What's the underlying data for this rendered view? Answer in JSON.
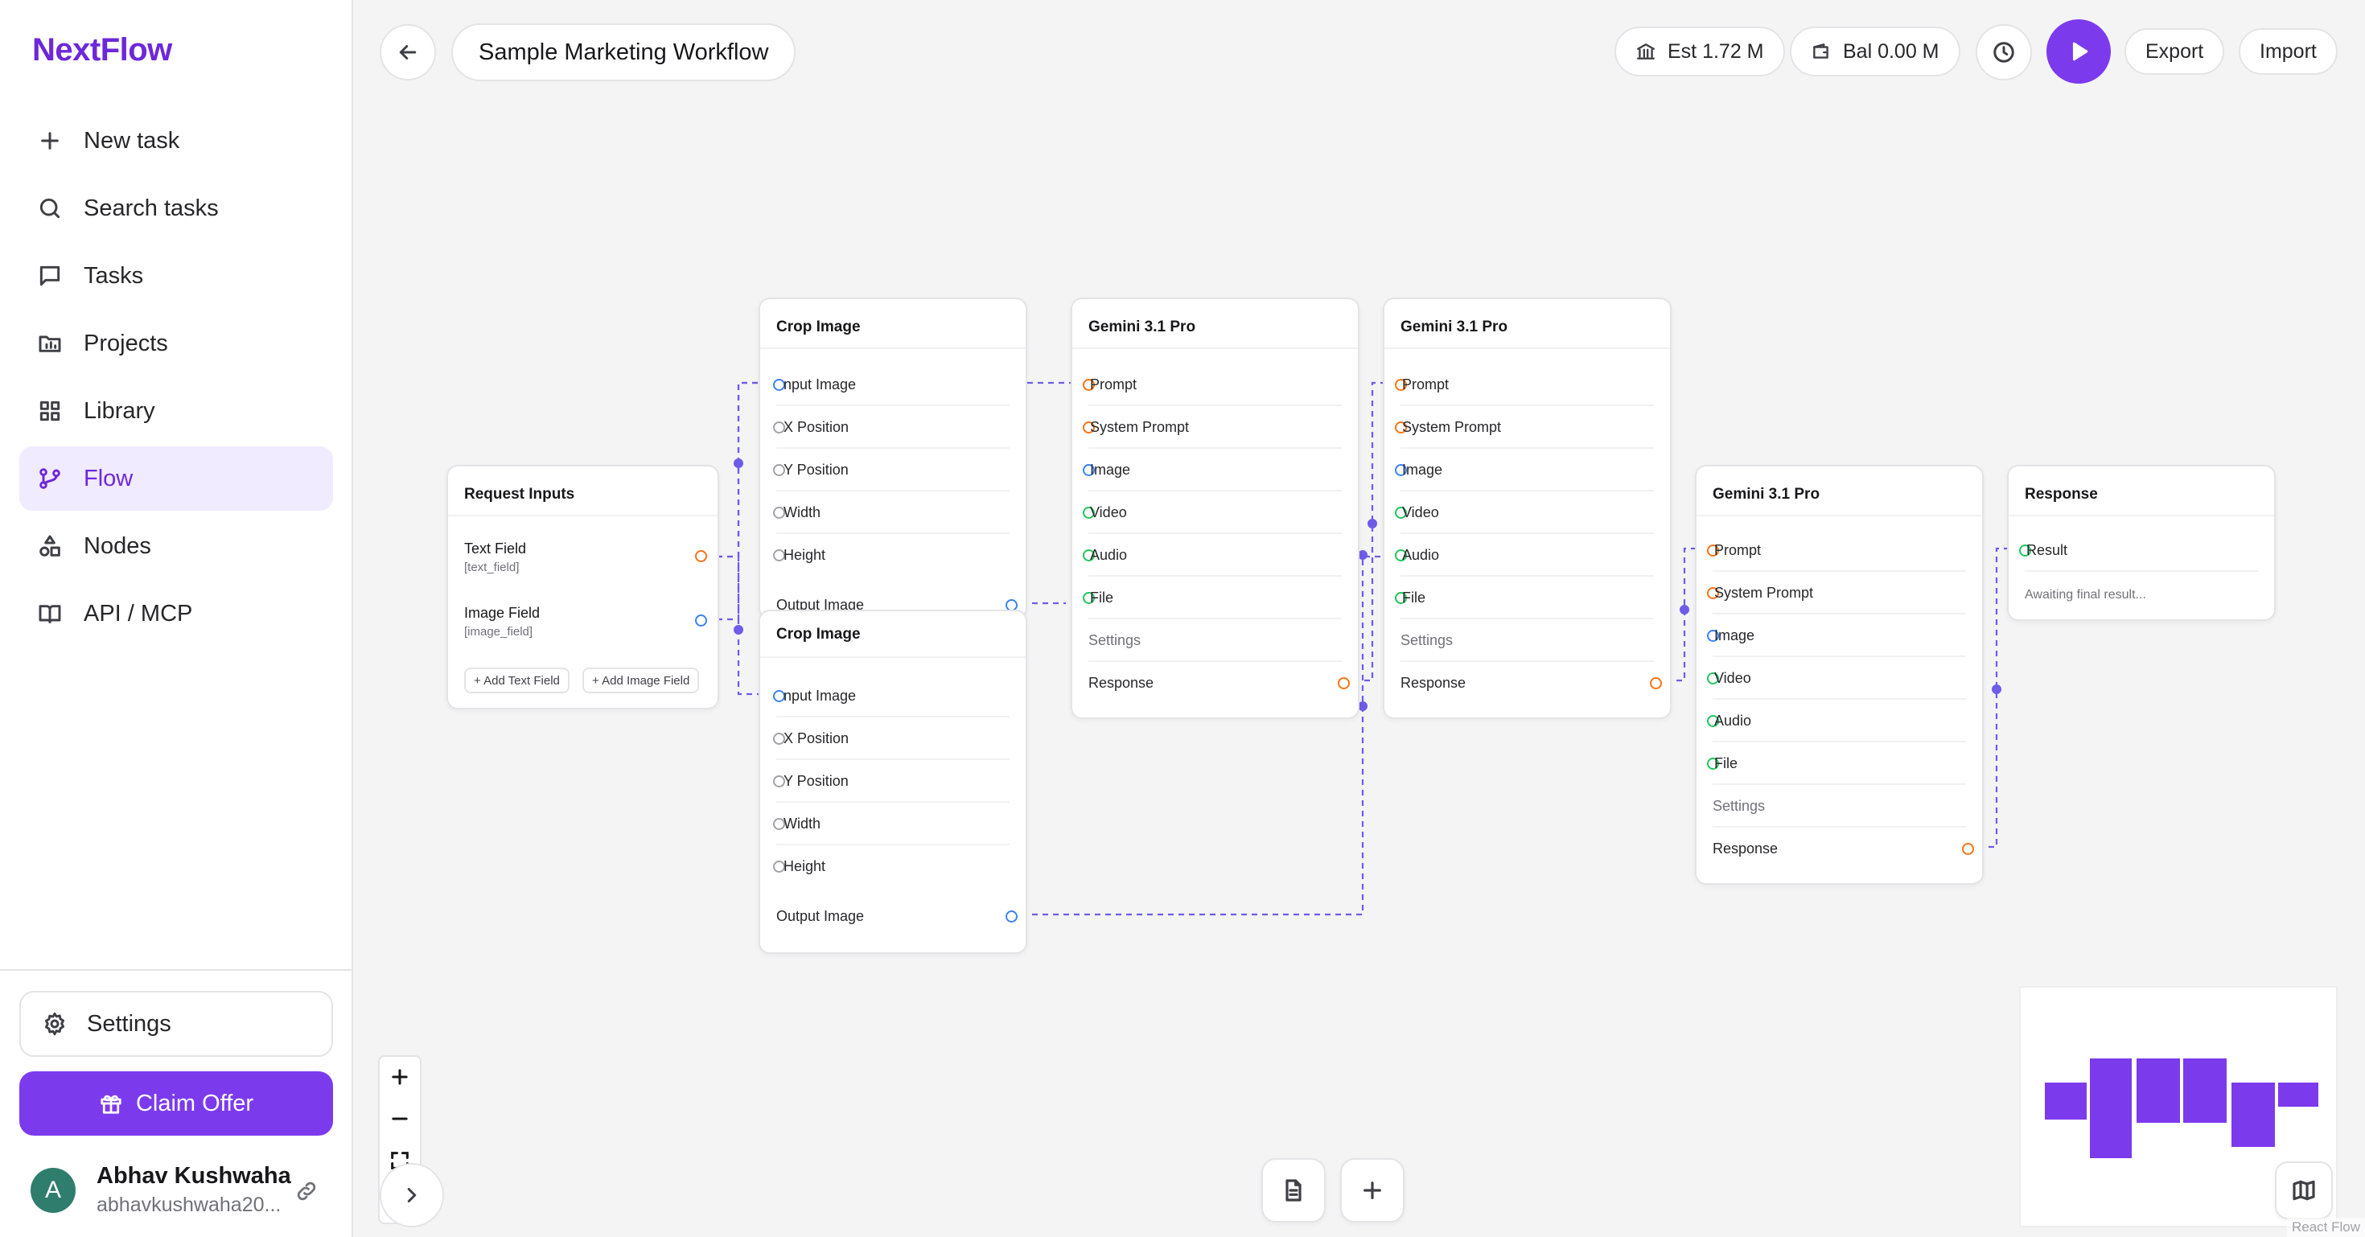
{
  "app": {
    "logo": "NextFlow"
  },
  "sidebar": {
    "items": [
      {
        "label": "New task",
        "icon": "plus-icon"
      },
      {
        "label": "Search tasks",
        "icon": "search-icon"
      },
      {
        "label": "Tasks",
        "icon": "chat-bubble-icon"
      },
      {
        "label": "Projects",
        "icon": "folder-chart-icon"
      },
      {
        "label": "Library",
        "icon": "grid-icon"
      },
      {
        "label": "Flow",
        "icon": "git-branch-icon",
        "active": true
      },
      {
        "label": "Nodes",
        "icon": "shapes-icon"
      },
      {
        "label": "API / MCP",
        "icon": "book-open-icon"
      }
    ],
    "settings_label": "Settings",
    "claim_label": "Claim Offer",
    "user": {
      "initial": "A",
      "name": "Abhav Kushwaha",
      "email": "abhavkushwaha20..."
    }
  },
  "toolbar": {
    "workflow_title": "Sample Marketing Workflow",
    "estimate": "Est 1.72 M",
    "balance": "Bal 0.00 M",
    "export_label": "Export",
    "import_label": "Import"
  },
  "nodes": {
    "request_inputs": {
      "title": "Request Inputs",
      "fields": [
        {
          "label": "Text Field",
          "key": "[text_field]"
        },
        {
          "label": "Image Field",
          "key": "[image_field]"
        }
      ],
      "add_text": "+ Add Text Field",
      "add_image": "+ Add Image Field"
    },
    "crop_1": {
      "title": "Crop Image",
      "inputs": [
        "nput Image",
        "X Position",
        "Y Position",
        "Width",
        "Height"
      ],
      "output": "Output Image"
    },
    "crop_2": {
      "title": "Crop Image",
      "inputs": [
        "nput Image",
        "X Position",
        "Y Position",
        "Width",
        "Height"
      ],
      "output": "Output Image"
    },
    "gemini_1": {
      "title": "Gemini 3.1 Pro",
      "inputs": [
        "Prompt",
        "System Prompt",
        "Image",
        "Video",
        "Audio",
        "File"
      ],
      "settings": "Settings",
      "output": "Response"
    },
    "gemini_2": {
      "title": "Gemini 3.1 Pro",
      "inputs": [
        "Prompt",
        "System Prompt",
        "Image",
        "Video",
        "Audio",
        "File"
      ],
      "settings": "Settings",
      "output": "Response"
    },
    "gemini_3": {
      "title": "Gemini 3.1 Pro",
      "inputs": [
        "Prompt",
        "System Prompt",
        "Image",
        "Video",
        "Audio",
        "File"
      ],
      "settings": "Settings",
      "output": "Response"
    },
    "response": {
      "title": "Response",
      "input": "Result",
      "placeholder": "Awaiting final result..."
    }
  },
  "canvas": {
    "attribution": "React Flow"
  },
  "colors": {
    "accent": "#7c3aed",
    "edge": "#6d5ce8",
    "port_text": "#f97316",
    "port_image": "#3b82f6",
    "port_media": "#22c55e"
  }
}
